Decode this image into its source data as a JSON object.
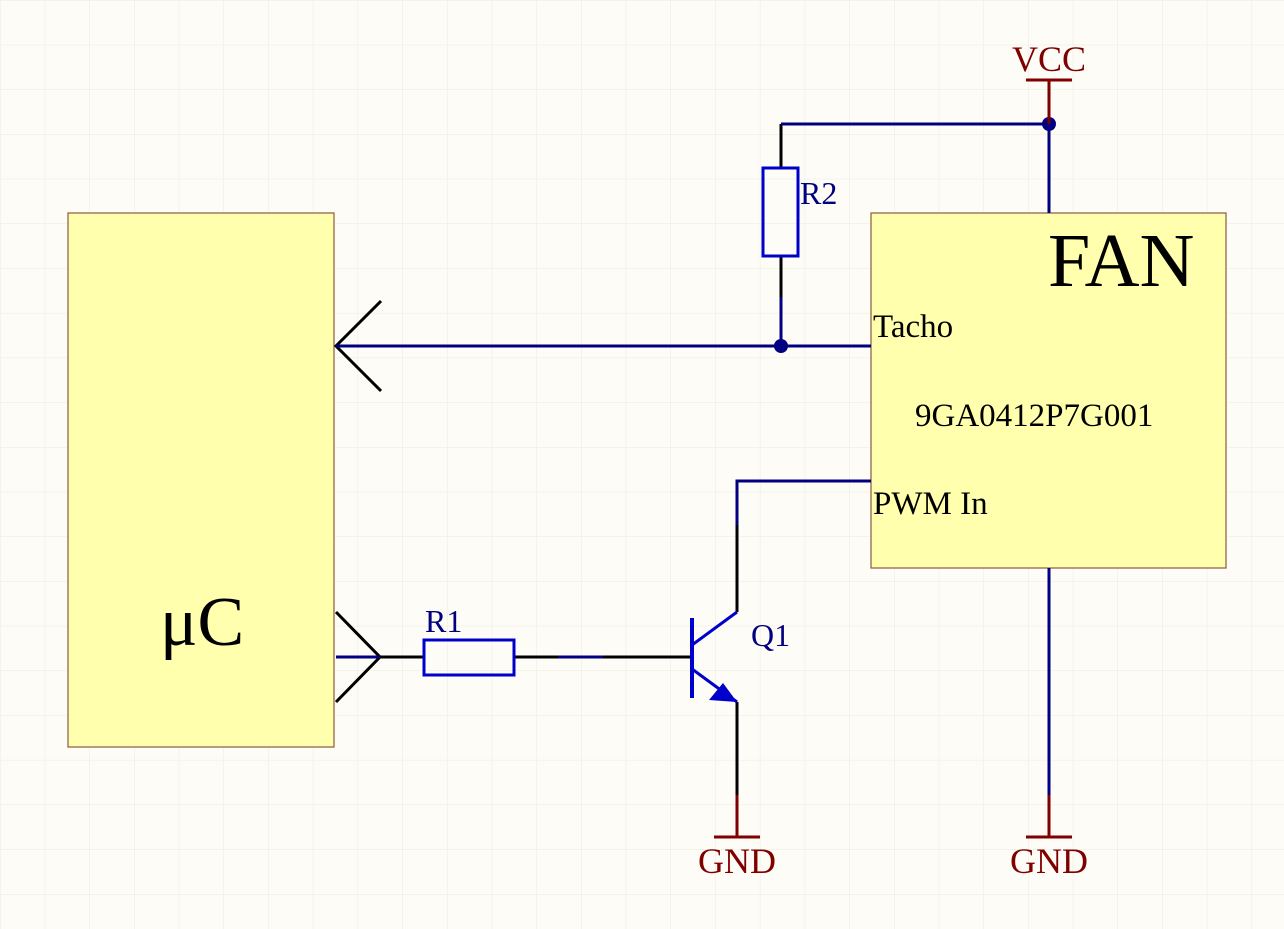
{
  "colors": {
    "background": "#fdfcf6",
    "grid": "#ecebe2",
    "block_fill": "#ffffad",
    "block_stroke": "#8c5a3c",
    "wire": "#000080",
    "component": "#0000cc",
    "lead": "#000000",
    "power": "#800000",
    "text_dark": "#000000",
    "text_blue": "#000080",
    "junction": "#000080"
  },
  "blocks": {
    "microcontroller": {
      "label": "μC"
    },
    "fan": {
      "title": "FAN",
      "pin_tacho": "Tacho",
      "part_number": "9GA0412P7G001",
      "pin_pwm_in": "PWM In"
    }
  },
  "components": {
    "r1": {
      "designator": "R1"
    },
    "r2": {
      "designator": "R2"
    },
    "q1": {
      "designator": "Q1"
    }
  },
  "power": {
    "vcc": "VCC",
    "gnd_transistor": "GND",
    "gnd_fan": "GND"
  }
}
